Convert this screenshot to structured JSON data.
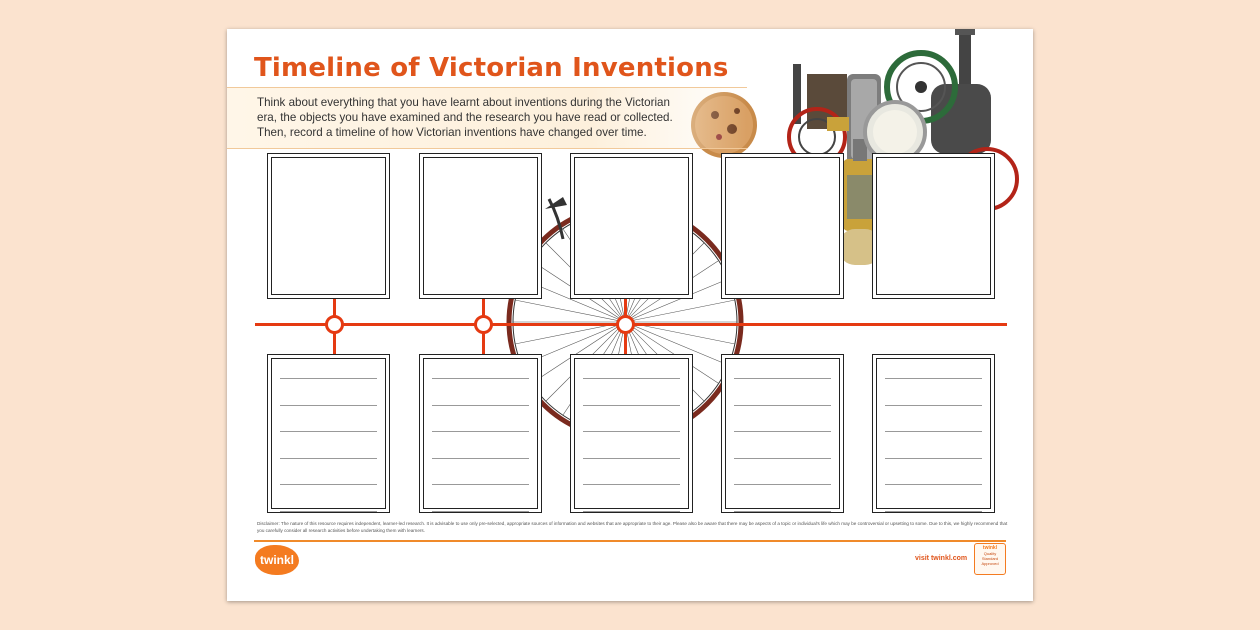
{
  "worksheet": {
    "title": "Timeline of Victorian Inventions",
    "intro_lines": [
      "Think about everything that you have learnt about inventions during the Victorian",
      "era, the objects you have examined and the research you have read or collected.",
      "Then, record a timeline of how Victorian inventions have changed over time."
    ],
    "disclaimer": "Disclaimer: The nature of this resource requires independent, learner-led research. It is advisable to use only pre-selected, appropriate sources of information and websites that are appropriate to their age. Please also be aware that there may be aspects of a topic or individual's life which may be controversial or upsetting to some. Due to this, we highly recommend that you carefully consider all research activities before undertaking them with learners."
  },
  "footer": {
    "logo_text": "twinkl",
    "visit_text": "visit twinkl.com",
    "badge_top": "twinkl",
    "badge_lines": [
      "Quality",
      "Standard",
      "Approved"
    ]
  },
  "colors": {
    "accent": "#e0551b",
    "timeline": "#e53a12",
    "background": "#fbe3cf"
  },
  "illustrations": [
    "penny-farthing-bicycle",
    "steam-engine",
    "lantern",
    "cookie",
    "gear-wheel"
  ]
}
